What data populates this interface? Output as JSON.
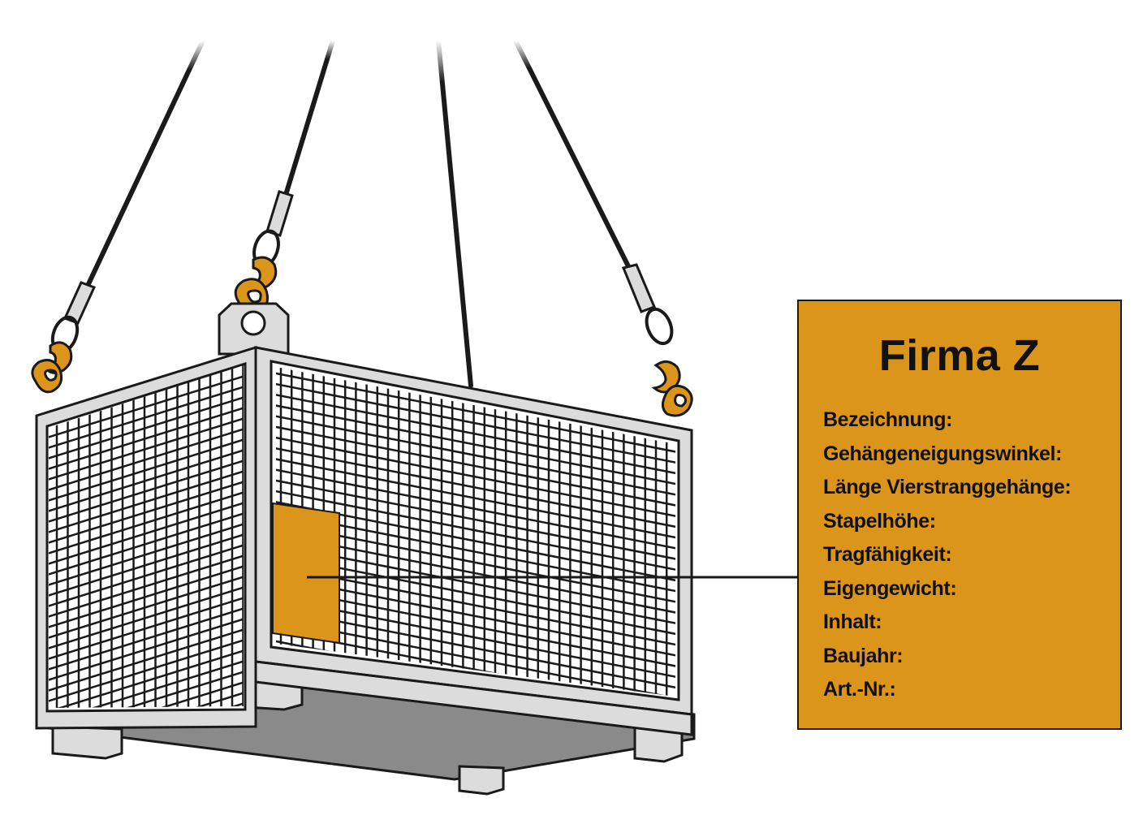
{
  "plate": {
    "company": "Firma Z",
    "fields": [
      "Bezeichnung:",
      "Gehängeneigungswinkel:",
      "Länge Vierstranggehänge:",
      "Stapelhöhe:",
      "Tragfähigkeit:",
      "Eigengewicht:",
      "Inhalt:",
      "Baujahr:",
      "Art.-Nr.:"
    ]
  },
  "colors": {
    "accent": "#dc951b",
    "steel": "#dcdcdc",
    "steel_dark": "#8a8a8a",
    "outline": "#1a1a1a"
  }
}
